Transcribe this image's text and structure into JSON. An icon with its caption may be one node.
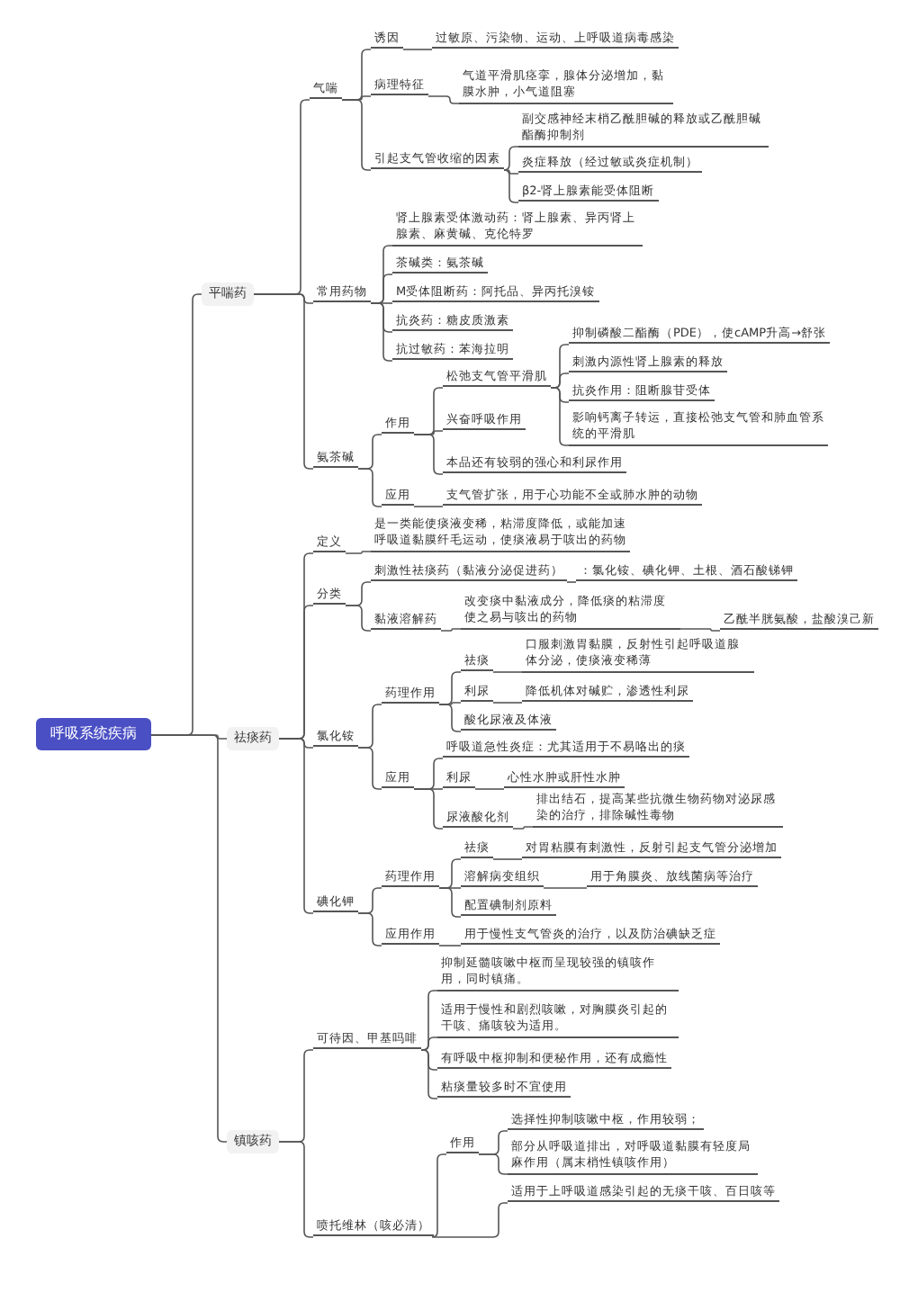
{
  "diagram": {
    "nodes": [
      {
        "text": [
          "呼吸系统疾病"
        ]
      },
      {
        "text": [
          "平喘药"
        ]
      },
      {
        "text": [
          "气喘"
        ]
      },
      {
        "text": [
          "诱因"
        ]
      },
      {
        "text": [
          "过敏原、污染物、运动、上呼吸道病毒感染"
        ]
      },
      {
        "text": [
          "病理特征"
        ]
      },
      {
        "text": [
          "气道平滑肌痉挛，腺体分泌增加，黏膜水肿，小气道阻塞"
        ]
      },
      {
        "text": [
          "引起支气管收缩的因素"
        ]
      },
      {
        "text": [
          "副交感神经末梢乙酰胆碱的释放或乙酰胆碱酯酶抑制剂"
        ]
      },
      {
        "text": [
          "炎症释放（经过敏或炎症机制）"
        ]
      },
      {
        "text": [
          "β2-肾上腺素能受体阻断"
        ]
      },
      {
        "text": [
          "常用药物"
        ]
      },
      {
        "text": [
          "肾上腺素受体激动药：肾上腺素、异丙肾上腺素、麻黄碱、克伦特罗"
        ]
      },
      {
        "text": [
          "茶碱类：氨茶碱"
        ]
      },
      {
        "text": [
          "M受体阻断药：阿托品、异丙托溴铵"
        ]
      },
      {
        "text": [
          "抗炎药：糖皮质激素"
        ]
      },
      {
        "text": [
          "抗过敏药：苯海拉明"
        ]
      },
      {
        "text": [
          "氨茶碱"
        ]
      },
      {
        "text": [
          "作用"
        ]
      },
      {
        "text": [
          "松弛支气管平滑肌"
        ]
      },
      {
        "text": [
          "抑制磷酸二酯酶（PDE），使cAMP升高→舒张"
        ]
      },
      {
        "text": [
          "刺激内源性肾上腺素的释放"
        ]
      },
      {
        "text": [
          "抗炎作用：阻断腺苷受体"
        ]
      },
      {
        "text": [
          "影响钙离子转运，直接松弛支气管和肺血管系统的平滑肌"
        ]
      },
      {
        "text": [
          "兴奋呼吸作用"
        ]
      },
      {
        "text": [
          "本品还有较弱的强心和利尿作用"
        ]
      },
      {
        "text": [
          "应用"
        ]
      },
      {
        "text": [
          "支气管扩张，用于心功能不全或肺水肿的动物"
        ]
      },
      {
        "text": [
          "祛痰药"
        ]
      },
      {
        "text": [
          "定义"
        ]
      },
      {
        "text": [
          "是一类能使痰液变稀，粘滞度降低，或能加速呼吸道黏膜纤毛运动，使痰液易于咳出的药物"
        ]
      },
      {
        "text": [
          "分类"
        ]
      },
      {
        "text": [
          "刺激性祛痰药（黏液分泌促进药）"
        ]
      },
      {
        "text": [
          "：氯化铵、碘化钾、土根、酒石酸锑钾"
        ]
      },
      {
        "text": [
          "黏液溶解药"
        ]
      },
      {
        "text": [
          "改变痰中黏液成分，降低痰的粘滞度使之易与咳出的药物"
        ]
      },
      {
        "text": [
          "乙酰半胱氨酸，盐酸溴己新"
        ]
      },
      {
        "text": [
          "氯化铵"
        ]
      },
      {
        "text": [
          "药理作用"
        ]
      },
      {
        "text": [
          "祛痰"
        ]
      },
      {
        "text": [
          "口服刺激胃黏膜，反射性引起呼吸道腺体分泌，使痰液变稀薄"
        ]
      },
      {
        "text": [
          "利尿"
        ]
      },
      {
        "text": [
          "降低机体对碱贮，渗透性利尿"
        ]
      },
      {
        "text": [
          "酸化尿液及体液"
        ]
      },
      {
        "text": [
          "应用"
        ]
      },
      {
        "text": [
          "呼吸道急性炎症：尤其适用于不易咯出的痰"
        ]
      },
      {
        "text": [
          "利尿"
        ]
      },
      {
        "text": [
          "心性水肿或肝性水肿"
        ]
      },
      {
        "text": [
          "尿液酸化剂"
        ]
      },
      {
        "text": [
          "排出结石，提高某些抗微生物药物对泌尿感染的治疗，排除碱性毒物"
        ]
      },
      {
        "text": [
          "碘化钾"
        ]
      },
      {
        "text": [
          "药理作用"
        ]
      },
      {
        "text": [
          "祛痰"
        ]
      },
      {
        "text": [
          "对胃粘膜有刺激性，反射引起支气管分泌增加"
        ]
      },
      {
        "text": [
          "溶解病变组织"
        ]
      },
      {
        "text": [
          "用于角膜炎、放线菌病等治疗"
        ]
      },
      {
        "text": [
          "配置碘制剂原料"
        ]
      },
      {
        "text": [
          "应用作用"
        ]
      },
      {
        "text": [
          "用于慢性支气管炎的治疗，以及防治碘缺乏症"
        ]
      },
      {
        "text": [
          "镇咳药"
        ]
      },
      {
        "text": [
          "可待因、甲基吗啡"
        ]
      },
      {
        "text": [
          "抑制延髓咳嗽中枢而呈现较强的镇咳作用，同时镇痛。"
        ]
      },
      {
        "text": [
          "适用于慢性和剧烈咳嗽，对胸膜炎引起的干咳、痛咳较为适用。"
        ]
      },
      {
        "text": [
          "有呼吸中枢抑制和便秘作用，还有成瘾性"
        ]
      },
      {
        "text": [
          "粘痰量较多时不宜使用"
        ]
      },
      {
        "text": [
          "喷托维林（咳必清）"
        ]
      },
      {
        "text": [
          "作用"
        ]
      },
      {
        "text": [
          "选择性抑制咳嗽中枢，作用较弱；"
        ]
      },
      {
        "text": [
          "部分从呼吸道排出，对呼吸道黏膜有轻度局麻作用（属末梢性镇咳作用）"
        ]
      },
      {
        "text": [
          "适用于上呼吸道感染引起的无痰干咳、百日咳等"
        ]
      }
    ],
    "edges": [
      {
        "from": 0,
        "to": 1,
        "arrow": "none"
      },
      {
        "from": 1,
        "to": 2,
        "arrow": "none"
      },
      {
        "from": 2,
        "to": 3,
        "arrow": "none"
      },
      {
        "from": 3,
        "to": 4,
        "arrow": "none"
      },
      {
        "from": 2,
        "to": 5,
        "arrow": "none"
      },
      {
        "from": 5,
        "to": 6,
        "arrow": "none"
      },
      {
        "from": 2,
        "to": 7,
        "arrow": "none"
      },
      {
        "from": 7,
        "to": 8,
        "arrow": "none"
      },
      {
        "from": 7,
        "to": 9,
        "arrow": "none"
      },
      {
        "from": 7,
        "to": 10,
        "arrow": "none"
      },
      {
        "from": 1,
        "to": 11,
        "arrow": "none"
      },
      {
        "from": 11,
        "to": 12,
        "arrow": "none"
      },
      {
        "from": 11,
        "to": 13,
        "arrow": "none"
      },
      {
        "from": 11,
        "to": 14,
        "arrow": "none"
      },
      {
        "from": 11,
        "to": 15,
        "arrow": "none"
      },
      {
        "from": 11,
        "to": 16,
        "arrow": "none"
      },
      {
        "from": 1,
        "to": 17,
        "arrow": "none"
      },
      {
        "from": 17,
        "to": 18,
        "arrow": "none"
      },
      {
        "from": 18,
        "to": 19,
        "arrow": "none"
      },
      {
        "from": 19,
        "to": 20,
        "arrow": "none"
      },
      {
        "from": 19,
        "to": 21,
        "arrow": "none"
      },
      {
        "from": 19,
        "to": 22,
        "arrow": "none"
      },
      {
        "from": 19,
        "to": 23,
        "arrow": "none"
      },
      {
        "from": 18,
        "to": 24,
        "arrow": "none"
      },
      {
        "from": 18,
        "to": 25,
        "arrow": "none"
      },
      {
        "from": 17,
        "to": 26,
        "arrow": "none"
      },
      {
        "from": 26,
        "to": 27,
        "arrow": "none"
      },
      {
        "from": 0,
        "to": 28,
        "arrow": "none"
      },
      {
        "from": 28,
        "to": 29,
        "arrow": "none"
      },
      {
        "from": 29,
        "to": 30,
        "arrow": "none"
      },
      {
        "from": 28,
        "to": 31,
        "arrow": "none"
      },
      {
        "from": 31,
        "to": 32,
        "arrow": "none"
      },
      {
        "from": 32,
        "to": 33,
        "arrow": "none"
      },
      {
        "from": 31,
        "to": 34,
        "arrow": "none"
      },
      {
        "from": 34,
        "to": 35,
        "arrow": "none"
      },
      {
        "from": 35,
        "to": 36,
        "arrow": "none"
      },
      {
        "from": 28,
        "to": 37,
        "arrow": "none"
      },
      {
        "from": 37,
        "to": 38,
        "arrow": "none"
      },
      {
        "from": 38,
        "to": 39,
        "arrow": "none"
      },
      {
        "from": 39,
        "to": 40,
        "arrow": "none"
      },
      {
        "from": 38,
        "to": 41,
        "arrow": "none"
      },
      {
        "from": 41,
        "to": 42,
        "arrow": "none"
      },
      {
        "from": 38,
        "to": 43,
        "arrow": "none"
      },
      {
        "from": 37,
        "to": 44,
        "arrow": "none"
      },
      {
        "from": 44,
        "to": 45,
        "arrow": "none"
      },
      {
        "from": 44,
        "to": 46,
        "arrow": "none"
      },
      {
        "from": 46,
        "to": 47,
        "arrow": "none"
      },
      {
        "from": 44,
        "to": 48,
        "arrow": "none"
      },
      {
        "from": 48,
        "to": 49,
        "arrow": "none"
      },
      {
        "from": 28,
        "to": 50,
        "arrow": "none"
      },
      {
        "from": 50,
        "to": 51,
        "arrow": "none"
      },
      {
        "from": 51,
        "to": 52,
        "arrow": "none"
      },
      {
        "from": 52,
        "to": 53,
        "arrow": "none"
      },
      {
        "from": 51,
        "to": 54,
        "arrow": "none"
      },
      {
        "from": 54,
        "to": 55,
        "arrow": "none"
      },
      {
        "from": 51,
        "to": 56,
        "arrow": "none"
      },
      {
        "from": 50,
        "to": 57,
        "arrow": "none"
      },
      {
        "from": 57,
        "to": 58,
        "arrow": "none"
      },
      {
        "from": 0,
        "to": 59,
        "arrow": "none"
      },
      {
        "from": 59,
        "to": 60,
        "arrow": "none"
      },
      {
        "from": 60,
        "to": 61,
        "arrow": "none"
      },
      {
        "from": 60,
        "to": 62,
        "arrow": "none"
      },
      {
        "from": 60,
        "to": 63,
        "arrow": "none"
      },
      {
        "from": 60,
        "to": 64,
        "arrow": "none"
      },
      {
        "from": 59,
        "to": 65,
        "arrow": "none"
      },
      {
        "from": 65,
        "to": 66,
        "arrow": "none"
      },
      {
        "from": 66,
        "to": 67,
        "arrow": "none"
      },
      {
        "from": 66,
        "to": 68,
        "arrow": "none"
      },
      {
        "from": 65,
        "to": 69,
        "arrow": "none"
      }
    ]
  }
}
